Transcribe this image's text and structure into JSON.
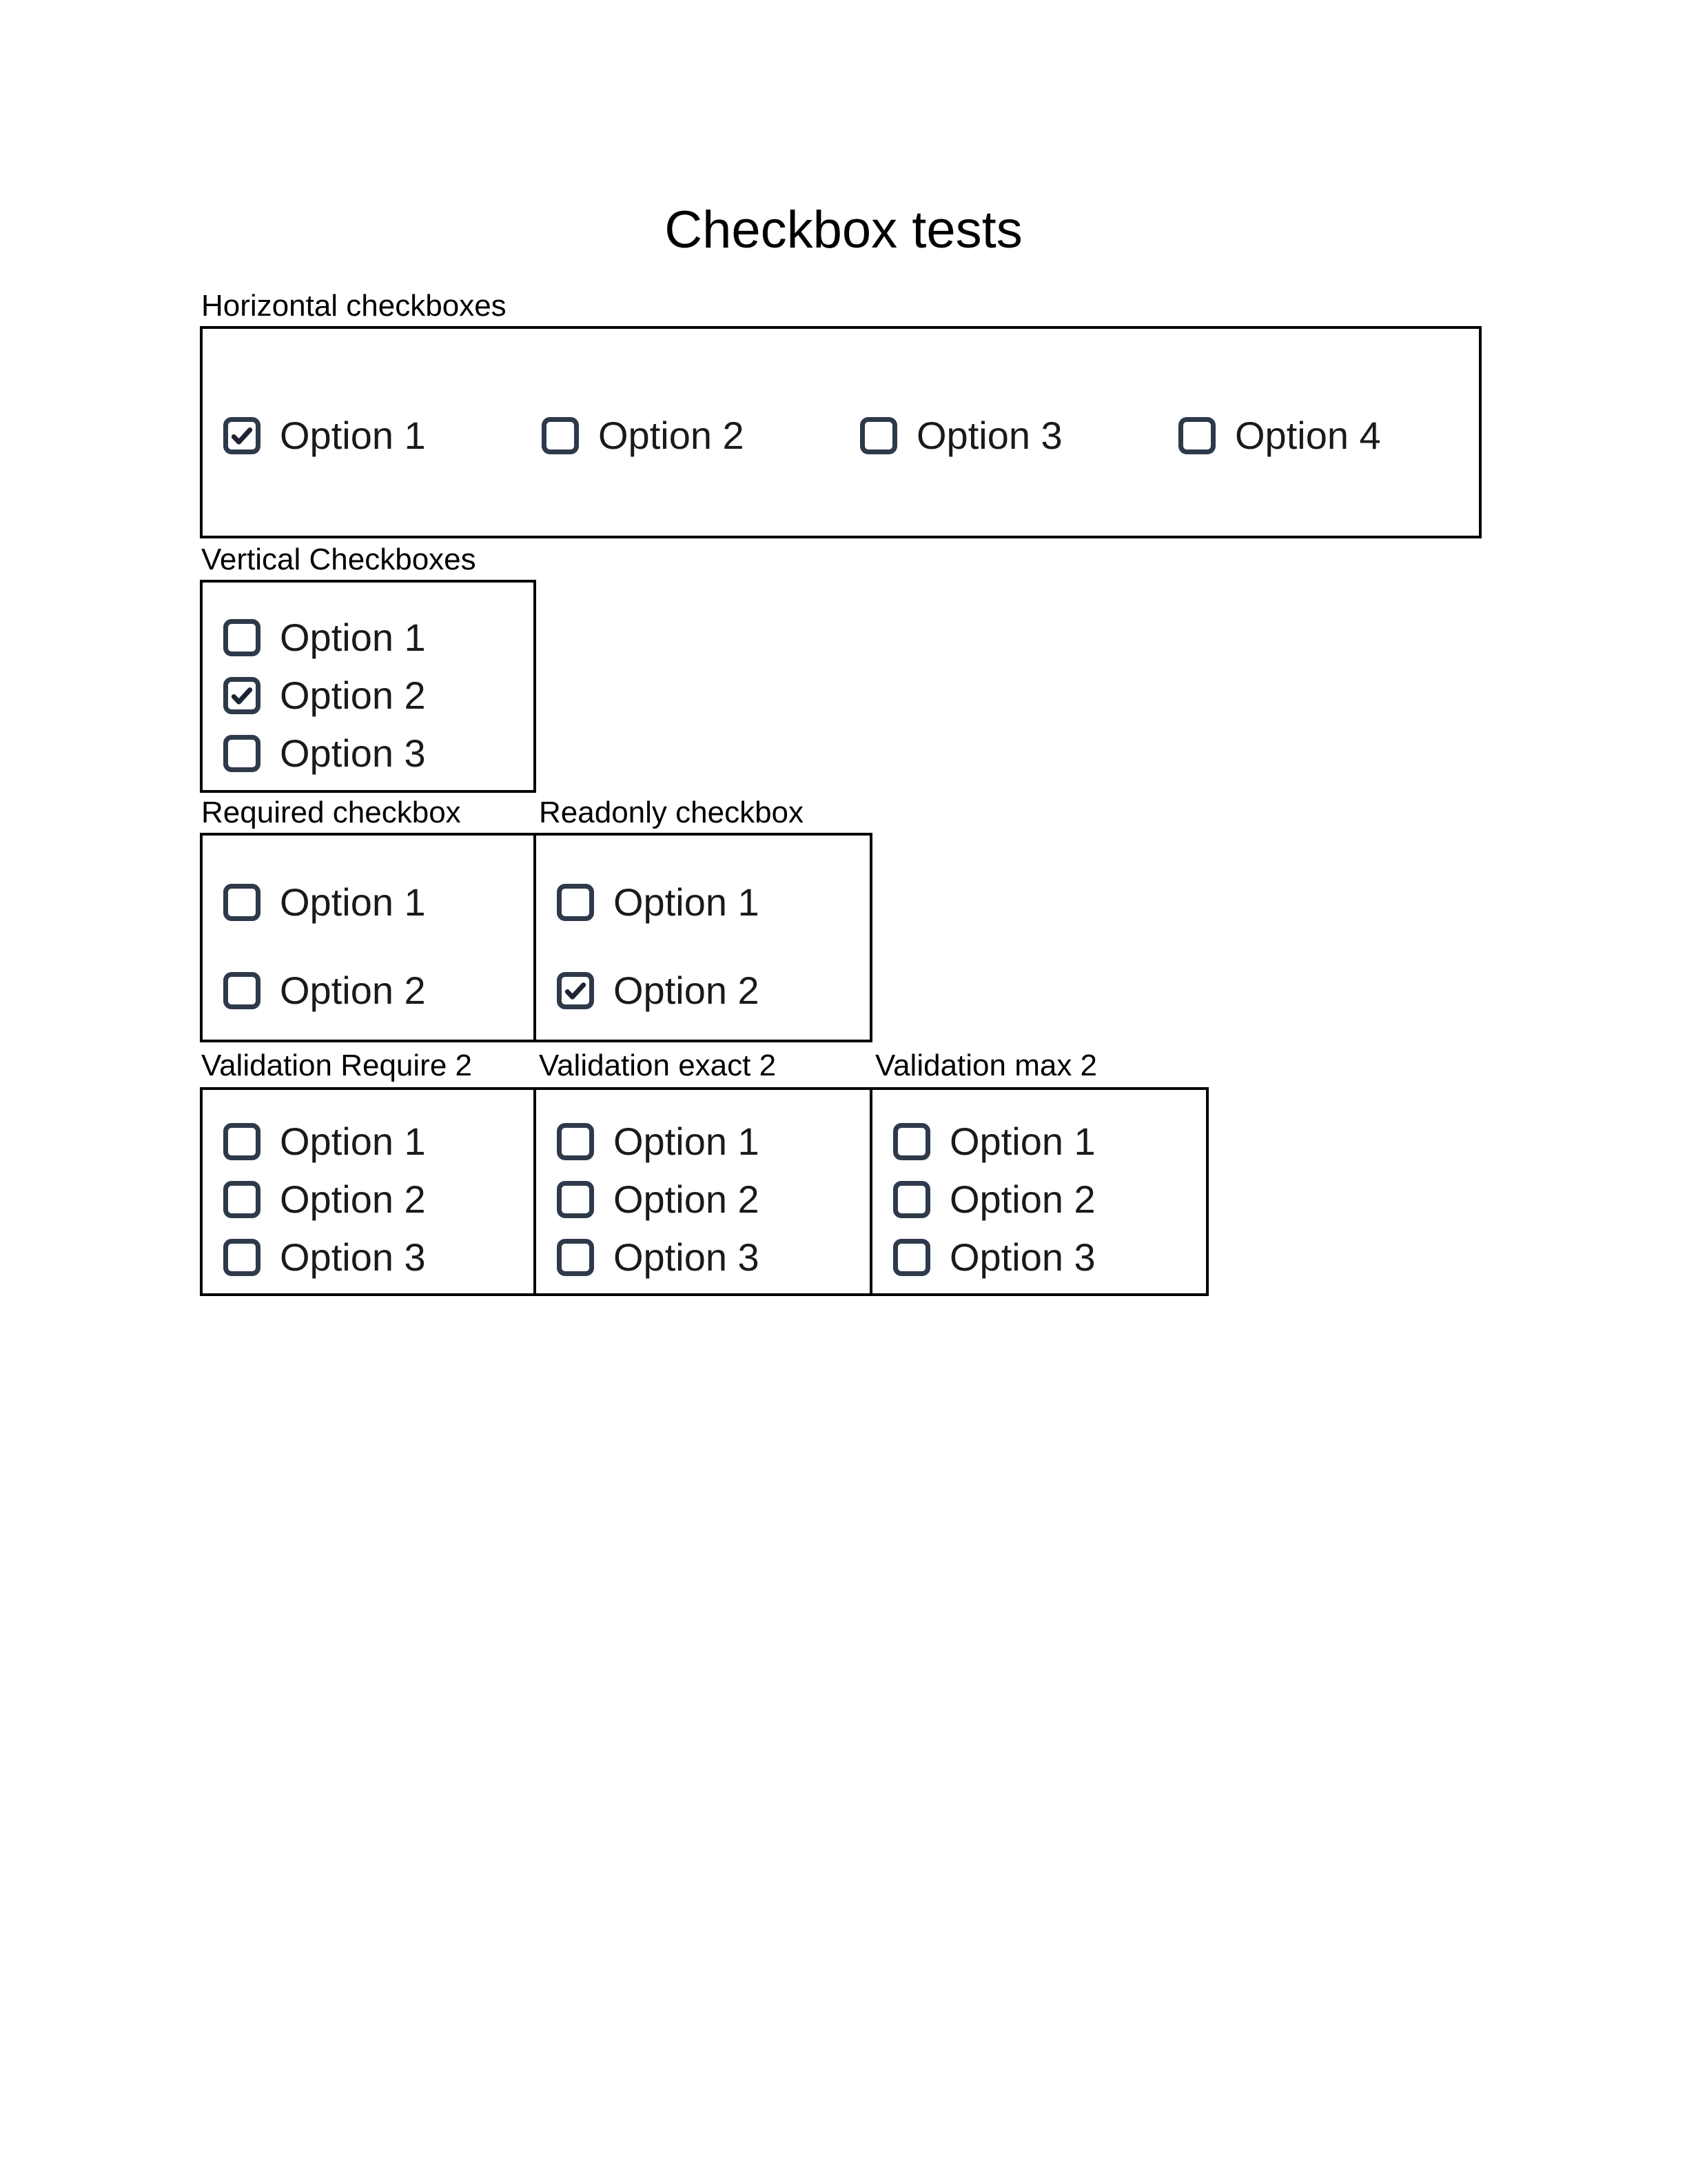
{
  "page": {
    "title": "Checkbox tests"
  },
  "colors": {
    "checkbox_border": "#2e3a4a",
    "checkmark": "#1d2433",
    "box_border": "#000000",
    "section_label_text": "#000000",
    "option_label_text": "#1a1a1a",
    "page_background": "#ffffff"
  },
  "sections": [
    {
      "id": "horizontal",
      "label": "Horizontal checkboxes",
      "layout": "horizontal",
      "readonly": false,
      "options": [
        {
          "label": "Option 1",
          "checked": true
        },
        {
          "label": "Option 2",
          "checked": false
        },
        {
          "label": "Option 3",
          "checked": false
        },
        {
          "label": "Option 4",
          "checked": false
        }
      ]
    },
    {
      "id": "vertical",
      "label": "Vertical Checkboxes",
      "layout": "vertical",
      "readonly": false,
      "options": [
        {
          "label": "Option 1",
          "checked": false
        },
        {
          "label": "Option 2",
          "checked": true
        },
        {
          "label": "Option 3",
          "checked": false
        }
      ]
    },
    {
      "id": "required",
      "label": "Required checkbox",
      "layout": "vertical",
      "readonly": false,
      "options": [
        {
          "label": "Option 1",
          "checked": false
        },
        {
          "label": "Option 2",
          "checked": false
        }
      ]
    },
    {
      "id": "readonly",
      "label": "Readonly checkbox",
      "layout": "vertical",
      "readonly": true,
      "options": [
        {
          "label": "Option 1",
          "checked": false
        },
        {
          "label": "Option 2",
          "checked": true
        }
      ]
    },
    {
      "id": "validation-require-2",
      "label": "Validation Require 2",
      "layout": "vertical",
      "readonly": false,
      "options": [
        {
          "label": "Option 1",
          "checked": false
        },
        {
          "label": "Option 2",
          "checked": false
        },
        {
          "label": "Option 3",
          "checked": false
        }
      ]
    },
    {
      "id": "validation-exact-2",
      "label": "Validation exact 2",
      "layout": "vertical",
      "readonly": false,
      "options": [
        {
          "label": "Option 1",
          "checked": false
        },
        {
          "label": "Option 2",
          "checked": false
        },
        {
          "label": "Option 3",
          "checked": false
        }
      ]
    },
    {
      "id": "validation-max-2",
      "label": "Validation max 2",
      "layout": "vertical",
      "readonly": false,
      "options": [
        {
          "label": "Option 1",
          "checked": false
        },
        {
          "label": "Option 2",
          "checked": false
        },
        {
          "label": "Option 3",
          "checked": false
        }
      ]
    }
  ]
}
